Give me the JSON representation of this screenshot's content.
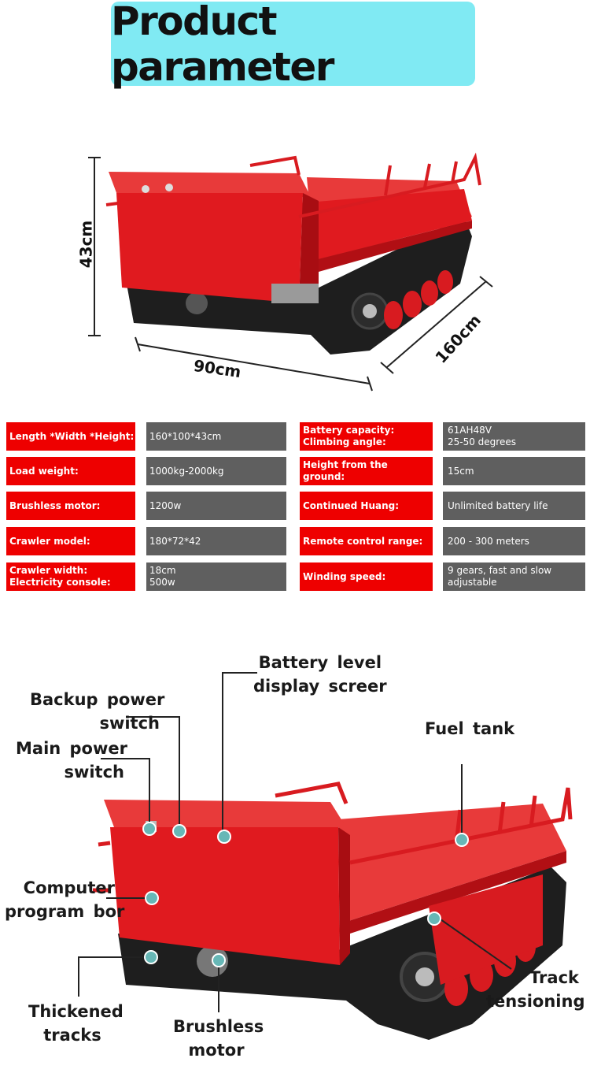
{
  "header": {
    "title": "Product parameter"
  },
  "dimensions": {
    "height": "43cm",
    "width": "90cm",
    "length": "160cm"
  },
  "specs": [
    {
      "label": "Length *Width *Height:",
      "value": "160*100*43cm"
    },
    {
      "label": "Load weight:",
      "value": "1000kg-2000kg"
    },
    {
      "label": "Brushless motor:",
      "value": "1200w"
    },
    {
      "label": "Crawler model:",
      "value": "180*72*42"
    },
    {
      "label": "Crawler width:",
      "label2": "Electricity console:",
      "value": "18cm",
      "value2": "500w"
    },
    {
      "label": "Battery capacity:",
      "label2": "Climbing angle:",
      "value": "61AH48V",
      "value2": "25-50 degrees"
    },
    {
      "label": "Height from the ground:",
      "value": "15cm"
    },
    {
      "label": "Continued Huang:",
      "value": "Unlimited battery life"
    },
    {
      "label": "Remote control range:",
      "value": "200 - 300 meters"
    },
    {
      "label": "Winding speed:",
      "value": "9 gears, fast and slow",
      "value2": "adjustable"
    }
  ],
  "callouts": {
    "battery_display": [
      "Battery level",
      "display screer"
    ],
    "backup_power": [
      "Backup power",
      "switch"
    ],
    "main_power": [
      "Main power",
      "switch"
    ],
    "fuel_tank": [
      "Fuel tank"
    ],
    "computer_box": [
      "Computer",
      "program bor"
    ],
    "track_tensioning": [
      "Track",
      "tensioning"
    ],
    "thickened_tracks": [
      "Thickened",
      "tracks"
    ],
    "brushless_motor": [
      "Brushless",
      "motor"
    ]
  },
  "colors": {
    "banner": "#80eaf3",
    "label_bg": "#ee0000",
    "value_bg": "#5f5f5f",
    "body_red": "#e01a1f",
    "track": "#1e1e1e"
  }
}
